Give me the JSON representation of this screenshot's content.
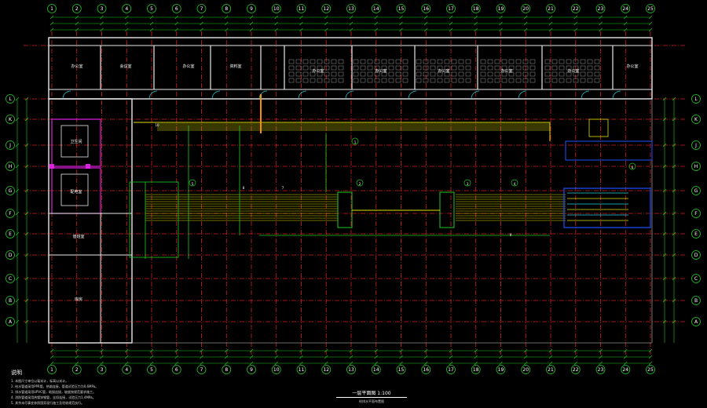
{
  "grid_labels": {
    "top": [
      "1",
      "2",
      "3",
      "4",
      "5",
      "6",
      "7",
      "8",
      "9",
      "10",
      "11",
      "12",
      "13",
      "14",
      "15",
      "16",
      "17",
      "18",
      "19",
      "20",
      "21",
      "22",
      "23",
      "24",
      "25"
    ],
    "bottom": [
      "1",
      "2",
      "3",
      "4",
      "5",
      "6",
      "7",
      "8",
      "9",
      "10",
      "11",
      "12",
      "13",
      "14",
      "15",
      "16",
      "17",
      "18",
      "19",
      "20",
      "21",
      "22",
      "23",
      "24",
      "25"
    ],
    "left": [
      "L",
      "K",
      "J",
      "H",
      "G",
      "F",
      "E",
      "D",
      "C",
      "B",
      "A"
    ],
    "right": [
      "L",
      "K",
      "J",
      "H",
      "G",
      "F",
      "E",
      "D",
      "C",
      "B",
      "A"
    ]
  },
  "rooms": [
    {
      "label": "办公室"
    },
    {
      "label": "会议室"
    },
    {
      "label": "办公室"
    },
    {
      "label": "资料室"
    },
    {
      "label": "办公室"
    },
    {
      "label": "办公室"
    },
    {
      "label": "办公室"
    },
    {
      "label": "办公室"
    },
    {
      "label": "办公室"
    },
    {
      "label": "办公室"
    },
    {
      "label": "卫生间"
    },
    {
      "label": "配电室"
    },
    {
      "label": "值班室"
    },
    {
      "label": "库房"
    }
  ],
  "tags": [
    "1",
    "2",
    "3",
    "4",
    "5",
    "6",
    "7",
    "8",
    "9",
    "10"
  ],
  "notes": {
    "title": "说明",
    "lines": [
      "1. 本图尺寸单位以毫米计，标高以米计。",
      "2. 给水管道采用PPR管，热熔连接，管道试验压力为0.6MPa。",
      "3. 排水管道采用UPVC管，粘接连接，坡度按规范要求施工。",
      "4. 消防管道采用热镀锌钢管，丝扣连接，试验压力1.4MPa。",
      "5. 其余未尽事宜参照国家现行施工及验收规范执行。"
    ]
  },
  "title_block": {
    "title": "一层平面图 1:100",
    "subtitle": "给排水平面布置图"
  },
  "colors": {
    "background": "#000000",
    "grid_line": "#d42020",
    "axis_green": "#22c822",
    "wall_white": "#e8e8e8",
    "wall_magenta": "#e020e0",
    "pipe_yellow": "#e0e000",
    "pipe_cyan": "#20d0e0",
    "pipe_blue": "#2050ff",
    "orange_riser": "#ff8c00"
  }
}
